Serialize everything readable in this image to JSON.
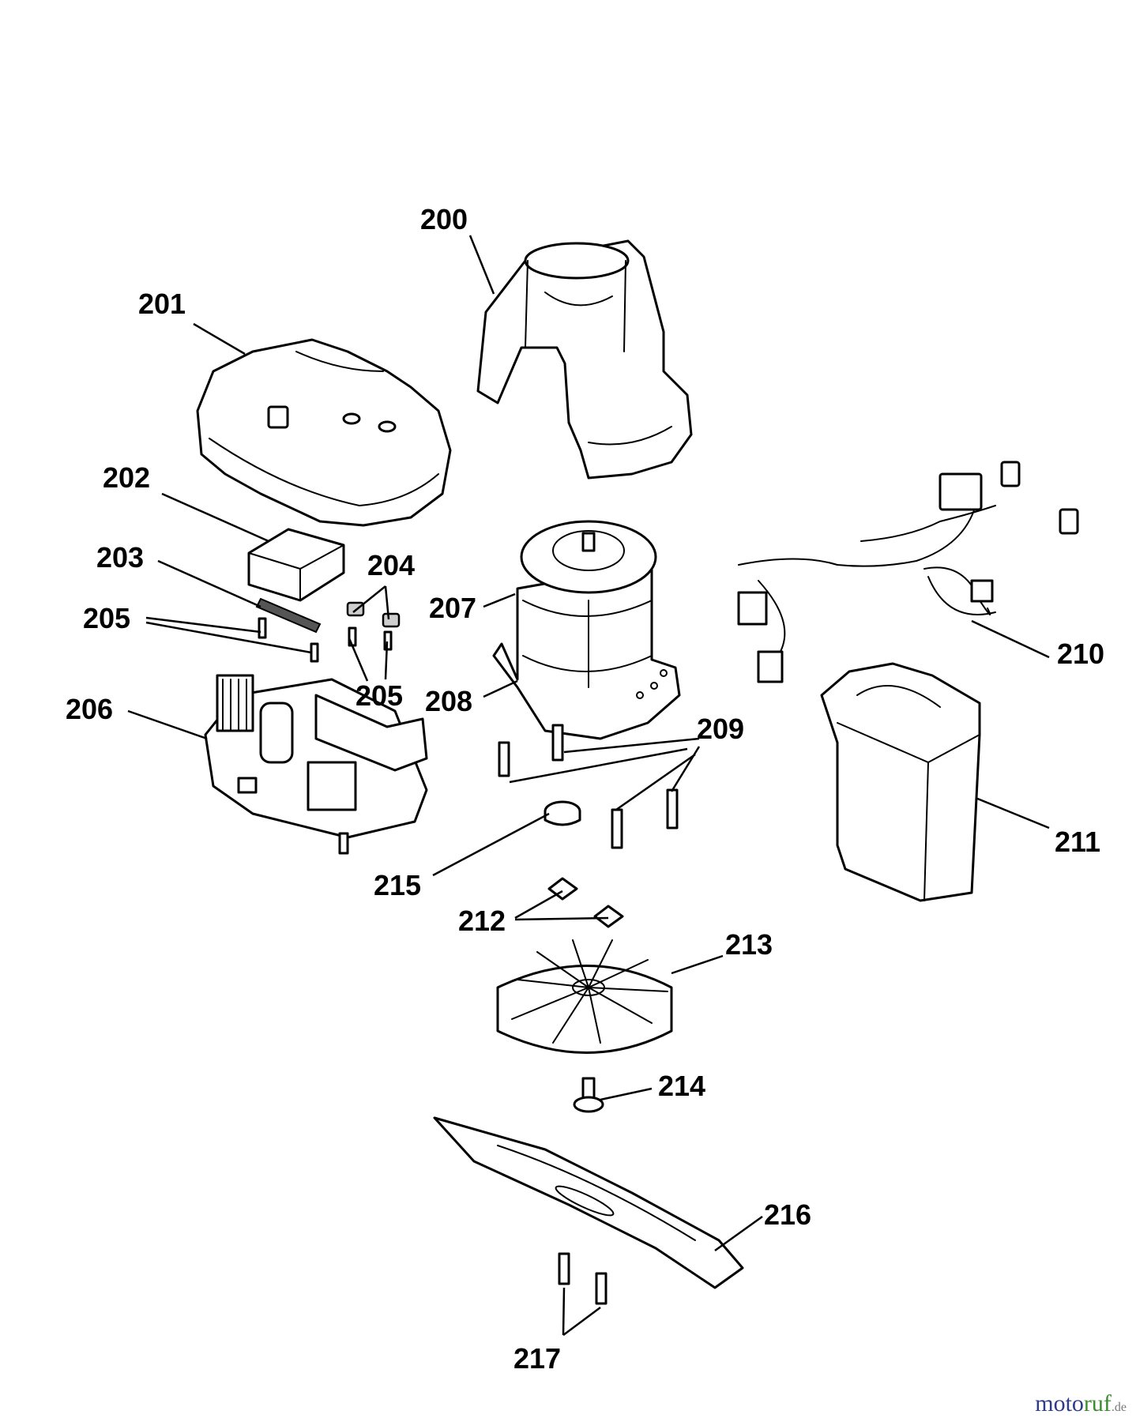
{
  "diagram": {
    "callouts": [
      "200",
      "201",
      "202",
      "203",
      "204",
      "205",
      "205",
      "206",
      "207",
      "208",
      "209",
      "210",
      "211",
      "212",
      "213",
      "214",
      "215",
      "216",
      "217"
    ]
  },
  "brand": {
    "name": "motoruf",
    "suffix": ".de",
    "colors": {
      "moto": "#2e3a8c",
      "ruf": "#3a8c2e",
      "suffix": "#7a7a7a"
    }
  }
}
